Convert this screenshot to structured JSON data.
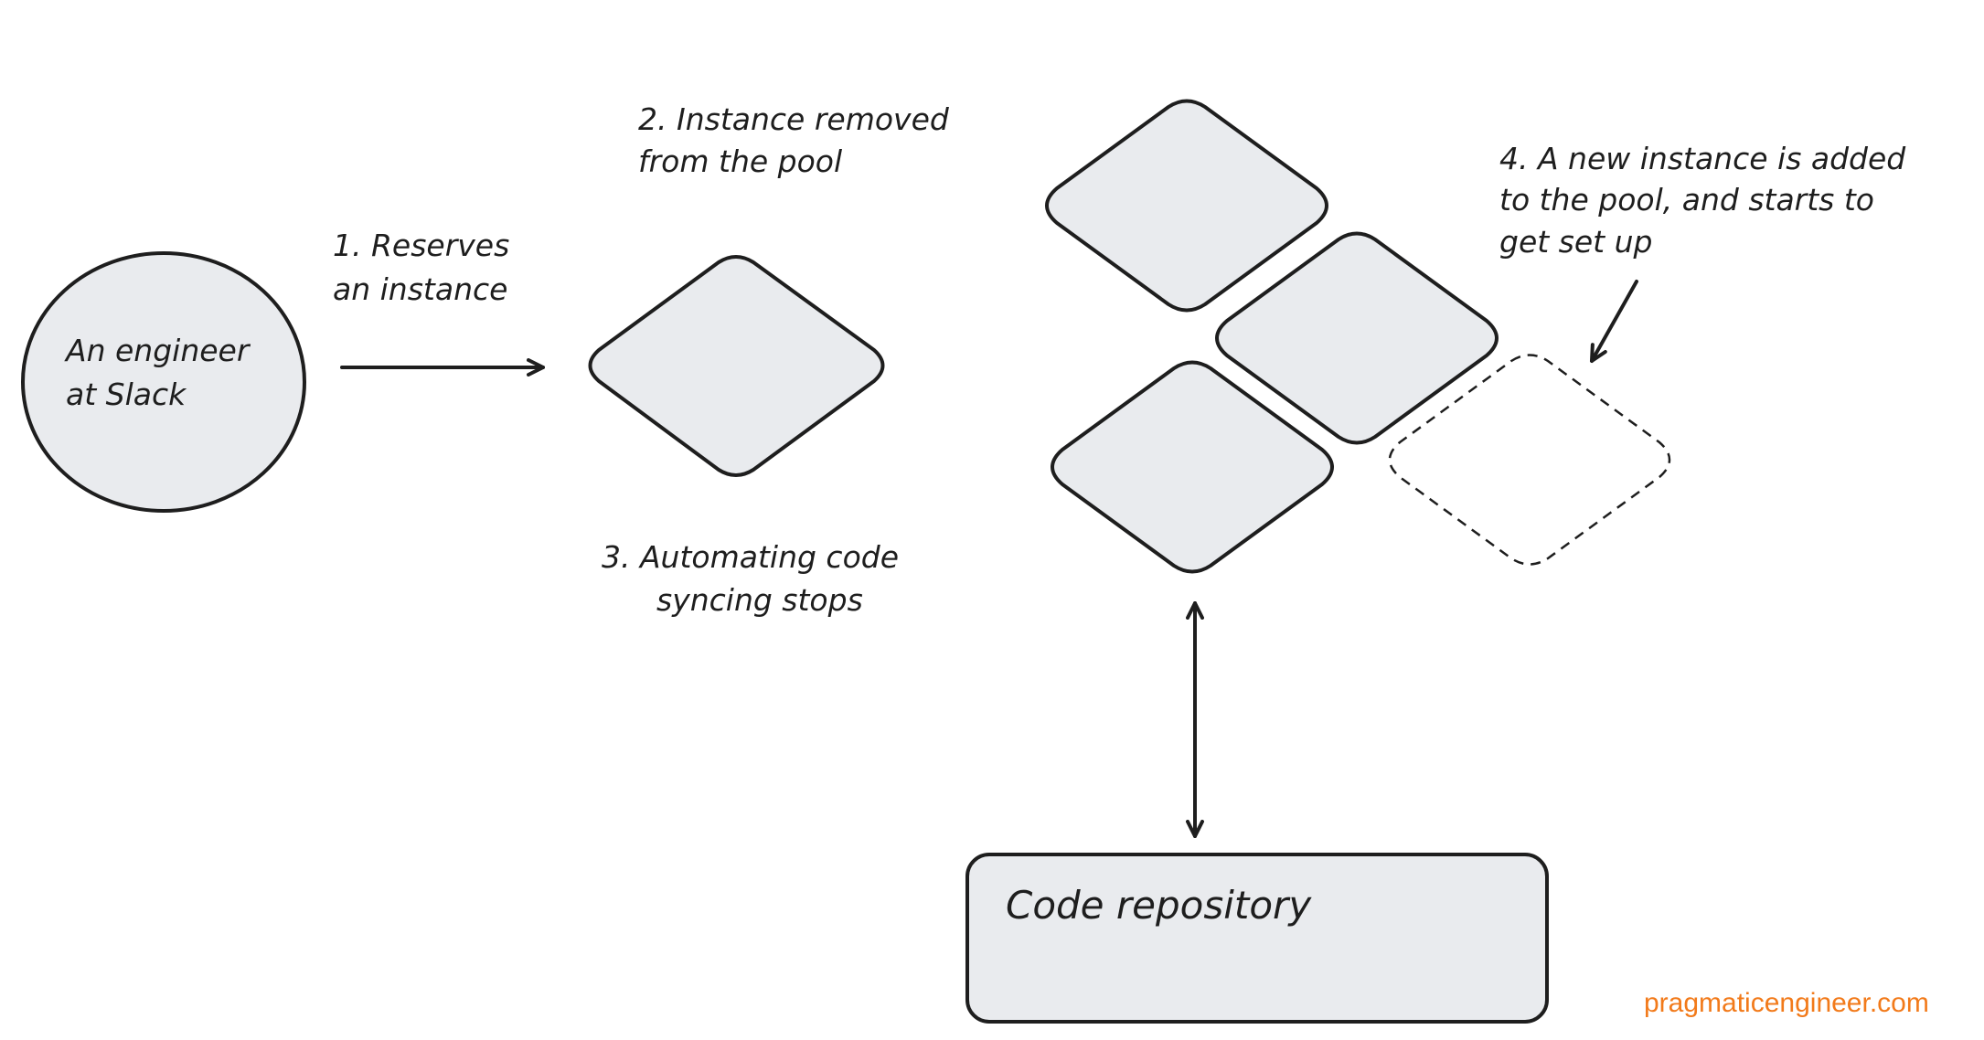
{
  "nodes": {
    "engineer": {
      "line1": "An engineer",
      "line2": "at Slack"
    },
    "repository": {
      "label": "Code repository"
    }
  },
  "annotations": {
    "step1": {
      "line1": "1. Reserves",
      "line2": "an instance"
    },
    "step2": {
      "line1": "2. Instance removed",
      "line2": "from the pool"
    },
    "step3": {
      "line1": "3. Automating code",
      "line2": "syncing stops"
    },
    "step4": {
      "line1": "4. A new instance is added",
      "line2": "to the pool, and starts to",
      "line3": "get set up"
    }
  },
  "footer": {
    "brand": "pragmaticengineer.com"
  },
  "colors": {
    "shape_fill": "#e9ebee",
    "stroke": "#1e1e1e",
    "brand": "#f27a1a"
  }
}
